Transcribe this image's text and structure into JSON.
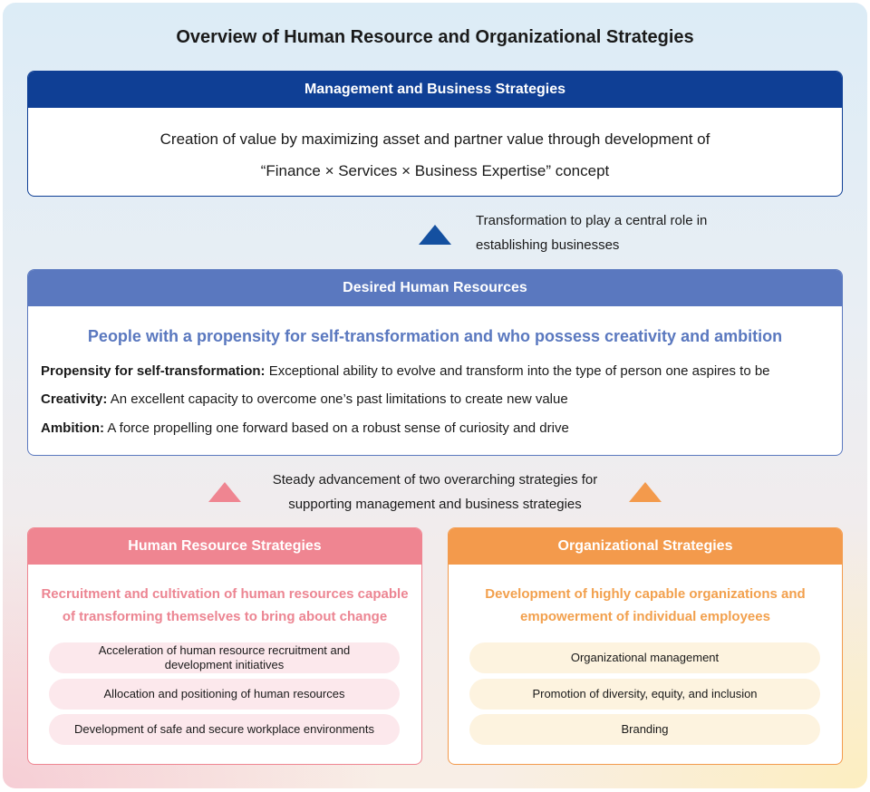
{
  "title": "Overview of Human Resource and Organizational Strategies",
  "management": {
    "header": "Management and Business Strategies",
    "line1": "Creation of value by maximizing asset and partner value through development of",
    "line2": "“Finance × Services × Business Expertise” concept"
  },
  "arrow1": {
    "line1": "Transformation to play a central role in",
    "line2": "establishing businesses",
    "color": "#1450a0"
  },
  "desired": {
    "header": "Desired Human Resources",
    "headline": "People with a propensity for self-transformation and who possess creativity and ambition",
    "items": [
      {
        "term": "Propensity for self-transformation:",
        "text": " Exceptional ability to evolve and transform into the type of person one aspires to be"
      },
      {
        "term": "Creativity:",
        "text": " An excellent capacity to overcome one’s past limitations to create new value"
      },
      {
        "term": "Ambition:",
        "text": " A force propelling one forward based on a robust sense of curiosity and drive"
      }
    ]
  },
  "arrow2": {
    "line1": "Steady advancement of two overarching strategies for",
    "line2": "supporting management and business strategies",
    "left_color": "#ef8591",
    "right_color": "#f39a4c"
  },
  "hr": {
    "header": "Human Resource Strategies",
    "sub1": "Recruitment and cultivation of human resources capable",
    "sub2": "of transforming themselves to bring about change",
    "items": [
      {
        "line1": "Acceleration of human resource recruitment and",
        "line2": "development initiatives"
      },
      {
        "line1": "Allocation and positioning of human resources",
        "line2": ""
      },
      {
        "line1": "Development of safe and secure workplace environments",
        "line2": ""
      }
    ]
  },
  "org": {
    "header": "Organizational Strategies",
    "sub1": "Development of highly capable organizations and",
    "sub2": "empowerment of individual employees",
    "items": [
      {
        "line1": "Organizational management"
      },
      {
        "line1": "Promotion of diversity, equity, and inclusion"
      },
      {
        "line1": "Branding"
      }
    ]
  }
}
